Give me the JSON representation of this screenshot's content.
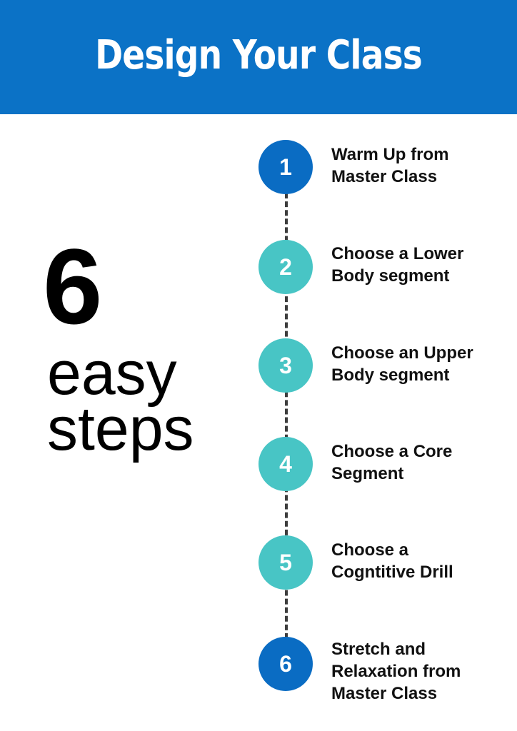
{
  "header": {
    "title": "Design Your Class"
  },
  "intro": {
    "number": "6",
    "word1": "easy",
    "word2": "steps"
  },
  "colors": {
    "header_blue": "#0b72c6",
    "dark_circle": "#0a6cc3",
    "teal_circle": "#48c5c5"
  },
  "steps": [
    {
      "number": "1",
      "lines": [
        "Warm Up from",
        "Master Class"
      ],
      "style": "dark"
    },
    {
      "number": "2",
      "lines": [
        "Choose a Lower",
        "Body segment"
      ],
      "style": "teal"
    },
    {
      "number": "3",
      "lines": [
        "Choose an Upper",
        "Body segment"
      ],
      "style": "teal"
    },
    {
      "number": "4",
      "lines": [
        "Choose a Core",
        "Segment"
      ],
      "style": "teal"
    },
    {
      "number": "5",
      "lines": [
        "Choose a",
        "Cogntitive Drill"
      ],
      "style": "teal"
    },
    {
      "number": "6",
      "lines": [
        "Stretch and",
        "Relaxation from",
        "Master Class"
      ],
      "style": "dark"
    }
  ]
}
